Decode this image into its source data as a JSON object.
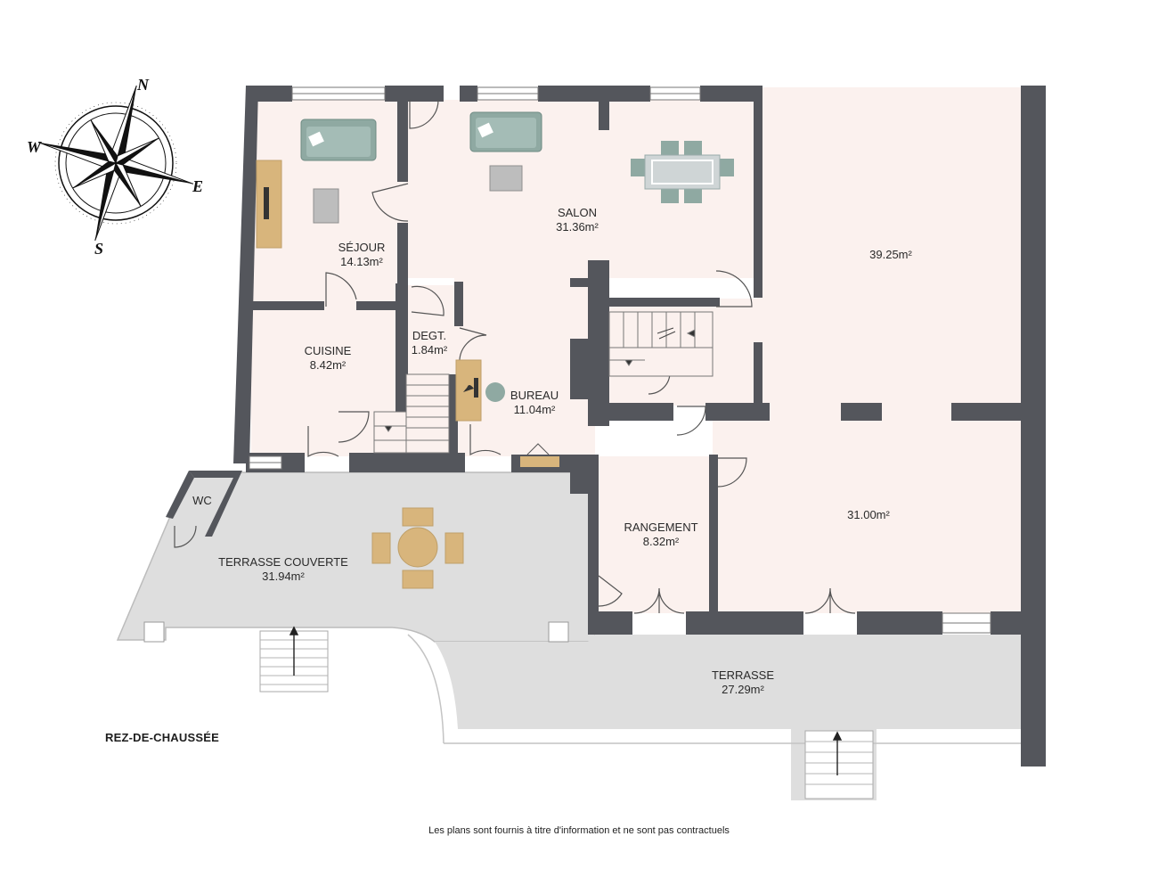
{
  "level_title": "REZ-DE-CHAUSSÉE",
  "disclaimer": "Les plans sont fournis à titre d'information et ne sont pas contractuels",
  "compass": {
    "north": "N",
    "east": "E",
    "south": "S",
    "west": "W"
  },
  "rooms": {
    "sejour": {
      "name": "SÉJOUR",
      "area": "14.13m²"
    },
    "salon": {
      "name": "SALON",
      "area": "31.36m²"
    },
    "large_room": {
      "area": "39.25m²"
    },
    "cuisine": {
      "name": "CUISINE",
      "area": "8.42m²"
    },
    "degt": {
      "name": "DEGT.",
      "area": "1.84m²"
    },
    "bureau": {
      "name": "BUREAU",
      "area": "11.04m²"
    },
    "rangement": {
      "name": "RANGEMENT",
      "area": "8.32m²"
    },
    "room_31": {
      "area": "31.00m²"
    },
    "wc": {
      "name": "WC"
    },
    "terrasse_couverte": {
      "name": "TERRASSE COUVERTE",
      "area": "31.94m²"
    },
    "terrasse": {
      "name": "TERRASSE",
      "area": "27.29m²"
    }
  },
  "colors": {
    "wall": "#54565c",
    "floor": "#fbf1ee",
    "terrace": "#dedede",
    "sofa": "#8fa9a2",
    "wood": "#d8b57c"
  }
}
